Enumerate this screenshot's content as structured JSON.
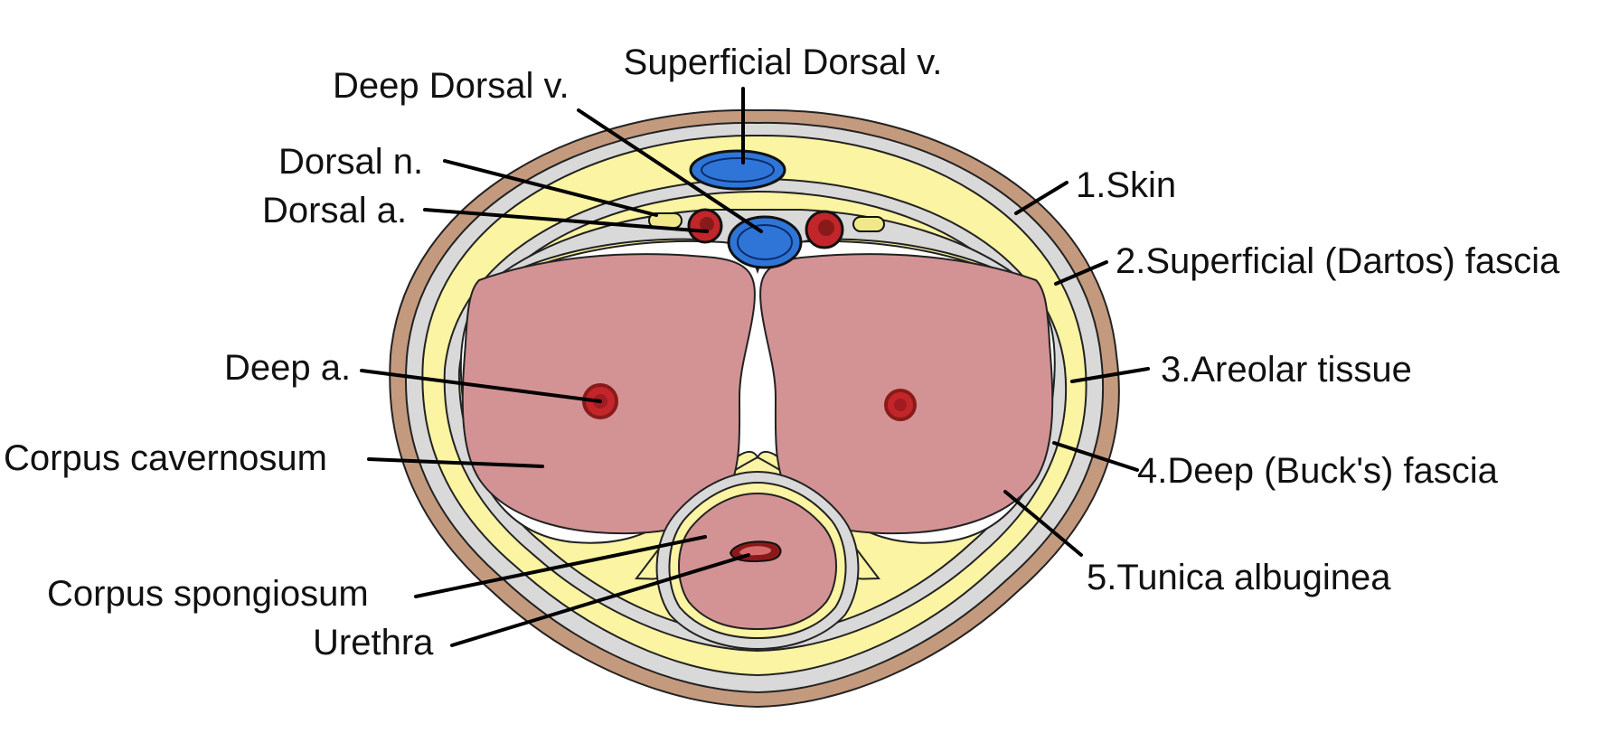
{
  "labels": {
    "superficial_dorsal_v": "Superficial Dorsal v.",
    "deep_dorsal_v": "Deep Dorsal v.",
    "dorsal_n": "Dorsal n.",
    "dorsal_a": "Dorsal a.",
    "deep_a": "Deep a.",
    "corpus_cavernosum": "Corpus cavernosum",
    "corpus_spongiosum": "Corpus spongiosum",
    "urethra": "Urethra",
    "skin": "1.Skin",
    "superficial_fascia": "2.Superficial (Dartos) fascia",
    "areolar_tissue": "3.Areolar tissue",
    "deep_fascia": "4.Deep (Buck's) fascia",
    "tunica_albuginea": "5.Tunica albuginea"
  },
  "colors": {
    "skin": "#c49a7e",
    "fascia_gray": "#d9d9d9",
    "areolar_yellow": "#fbf4a2",
    "tunica_white": "#ffffff",
    "corpus_pink": "#d39395",
    "vein_blue": "#2f75d8",
    "artery_red": "#c2262a",
    "artery_dark": "#8a1a1a",
    "nerve_yellow": "#efe98a",
    "outline": "#222222"
  }
}
